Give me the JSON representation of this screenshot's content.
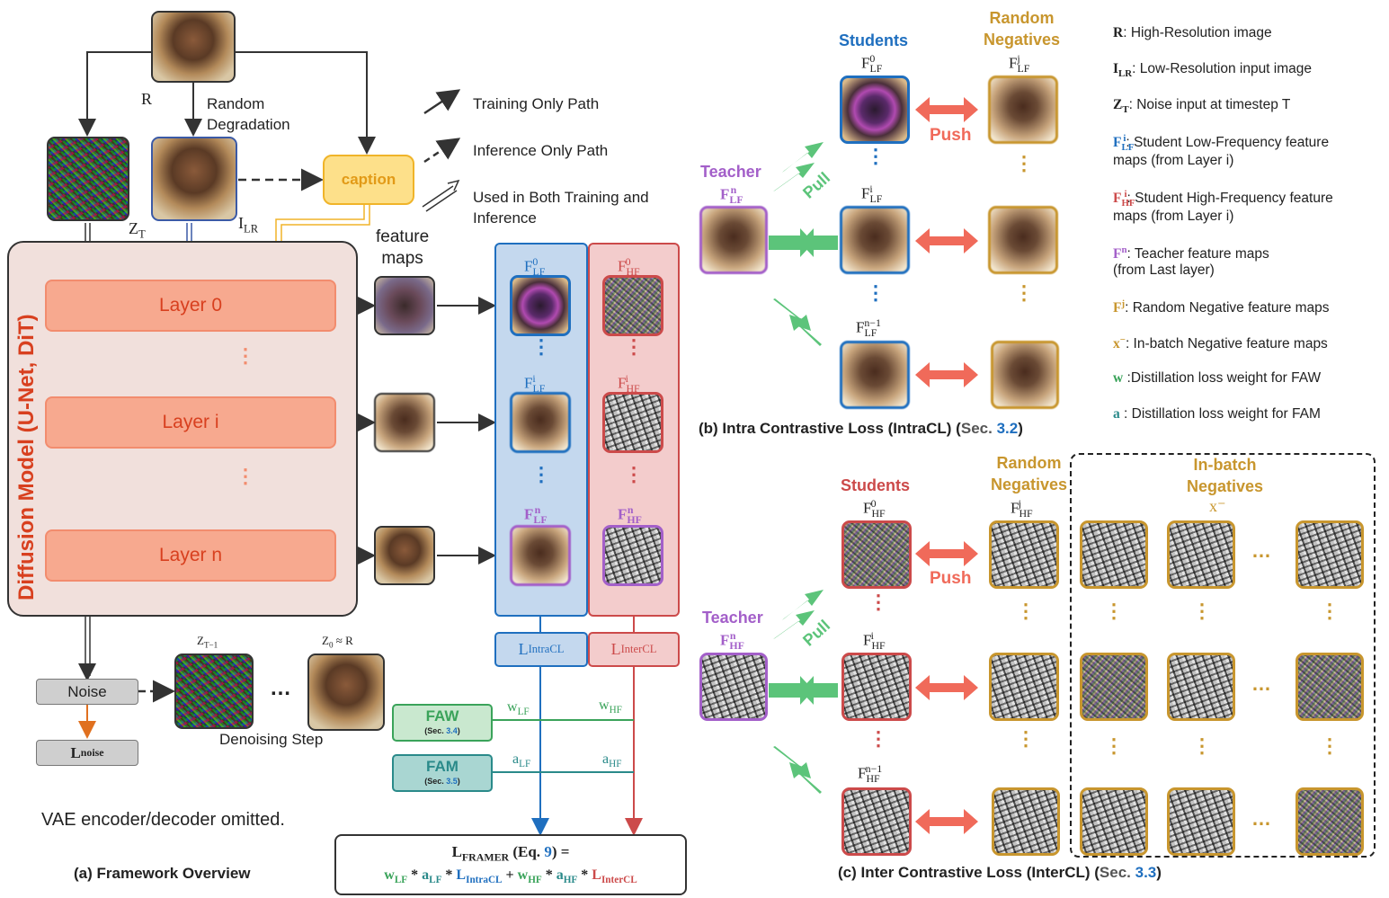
{
  "panel_a": {
    "r_label": "R",
    "random_degradation": "Random\nDegradation",
    "zt_label": "Z",
    "zt_sub": "T",
    "ilr_label": "I",
    "ilr_sub": "LR",
    "caption_box": "caption",
    "legend_training": "Training Only Path",
    "legend_inference": "Inference Only Path",
    "legend_both_1": "Used in Both Training and",
    "legend_both_2": "Inference",
    "feature_maps": "feature\nmaps",
    "diffusion_model": "Diffusion Model (U-Net, DiT)",
    "layers": [
      "Layer 0",
      "Layer i",
      "Layer n"
    ],
    "lf_labels": [
      [
        "F",
        "LF",
        "0"
      ],
      [
        "F",
        "LF",
        "i"
      ],
      [
        "F",
        "LF",
        "n"
      ]
    ],
    "hf_labels": [
      [
        "F",
        "HF",
        "0"
      ],
      [
        "F",
        "HF",
        "i"
      ],
      [
        "F",
        "HF",
        "n"
      ]
    ],
    "l_intracl": [
      "L",
      "IntraCL"
    ],
    "l_intercl": [
      "L",
      "InterCL"
    ],
    "noise_box": "Noise",
    "l_noise": [
      "L",
      "noise"
    ],
    "z_t_minus_1": [
      "Z",
      "T−1"
    ],
    "z0_r": [
      "Z",
      "0",
      " ≈ R"
    ],
    "ellipsis": "…",
    "denoising_step": "Denoising Step",
    "faw": {
      "title": "FAW",
      "sec_prefix": "(Sec. ",
      "sec_num": "3.4",
      "sec_suffix": ")"
    },
    "fam": {
      "title": "FAM",
      "sec_prefix": "(Sec. ",
      "sec_num": "3.5",
      "sec_suffix": ")"
    },
    "w_lf": [
      "w",
      "LF"
    ],
    "w_hf": [
      "w",
      "HF"
    ],
    "a_lf": [
      "a",
      "LF"
    ],
    "a_hf": [
      "a",
      "HF"
    ],
    "vae_note": "VAE encoder/decoder omitted.",
    "title": "(a) Framework Overview",
    "formula": {
      "lhs_L": "L",
      "lhs_sub": "FRAMER",
      "eq_prefix": " (Eq. ",
      "eq_num": "9",
      "eq_suffix": ") =",
      "t1": [
        "w",
        "LF"
      ],
      "t2": [
        "a",
        "LF"
      ],
      "t3": [
        "L",
        "IntraCL"
      ],
      "t4": [
        "w",
        "HF"
      ],
      "t5": [
        "a",
        "HF"
      ],
      "t6": [
        "L",
        "InterCL"
      ],
      "star": " * ",
      "plus": " + "
    }
  },
  "panel_b": {
    "students": "Students",
    "random_negatives": "Random\nNegatives",
    "teacher": "Teacher",
    "push": "Push",
    "pull": "Pull",
    "student_labels": [
      [
        "F",
        "LF",
        "0"
      ],
      [
        "F",
        "LF",
        "i"
      ],
      [
        "F",
        "LF",
        "n−1"
      ]
    ],
    "neg_label": [
      "F",
      "LF",
      "j"
    ],
    "teacher_label": [
      "F",
      "LF",
      "n"
    ],
    "title_prefix": "(b) Intra Contrastive Loss (IntraCL) (",
    "title_sec": "Sec. ",
    "title_num": "3.2",
    "title_suffix": ")"
  },
  "panel_c": {
    "students": "Students",
    "random_negatives": "Random\nNegatives",
    "inbatch_negatives": "In-batch\nNegatives",
    "x_minus": "x⁻",
    "teacher": "Teacher",
    "push": "Push",
    "pull": "Pull",
    "student_labels": [
      [
        "F",
        "HF",
        "0"
      ],
      [
        "F",
        "HF",
        "i"
      ],
      [
        "F",
        "HF",
        "n−1"
      ]
    ],
    "neg_label": [
      "F",
      "HF",
      "j"
    ],
    "teacher_label": [
      "F",
      "HF",
      "n"
    ],
    "ellipsis": "…",
    "title_prefix": "(c) Inter Contrastive Loss (InterCL) (",
    "title_sec": "Sec. ",
    "title_num": "3.3",
    "title_suffix": ")"
  },
  "legend": [
    {
      "sym": "R",
      "sub": "",
      "sup": "",
      "text": ": High-Resolution image",
      "color": "#222222"
    },
    {
      "sym": "I",
      "sub": "LR",
      "sup": "",
      "text": ": Low-Resolution input image",
      "color": "#222222"
    },
    {
      "sym": "Z",
      "sub": "T",
      "sup": "",
      "text": ": Noise input at timestep T",
      "color": "#222222"
    },
    {
      "sym": "F",
      "sub": "LF",
      "sup": "i",
      "text": ": Student Low-Frequency feature",
      "text2": "maps (from Layer i)",
      "color": "#1f6fbf"
    },
    {
      "sym": "F",
      "sub": "HF",
      "sup": "i",
      "text": ": Student High-Frequency feature",
      "text2": "maps (from Layer i)",
      "color": "#cc4a4a"
    },
    {
      "sym": "F",
      "sub": "",
      "sup": "n",
      "text": ": Teacher feature maps",
      "text2": "(from Last layer)",
      "color": "#a35fc9"
    },
    {
      "sym": "F",
      "sub": "",
      "sup": "j",
      "text": ": Random Negative feature maps",
      "color": "#c8962e"
    },
    {
      "sym": "x",
      "sub": "",
      "sup": "−",
      "text": ": In-batch Negative feature maps",
      "color": "#c8962e"
    },
    {
      "sym": "w",
      "sub": "",
      "sup": "",
      "text": " :Distillation loss weight for FAW",
      "color": "#3aa35a"
    },
    {
      "sym": "a",
      "sub": "",
      "sup": "",
      "text": " :  Distillation loss weight for FAM",
      "color": "#2a8a8a"
    }
  ],
  "colors": {
    "blue": "#1f6fbf",
    "red": "#cc4a4a",
    "purple": "#a35fc9",
    "gold": "#c8962e",
    "green": "#5cc47a",
    "push": "#f06a5a",
    "caption": "#f0b429",
    "panel_b_bg": "#c4d8ee",
    "panel_c_bg": "#f3cccc",
    "legend_bg": "#cfcfcf"
  }
}
